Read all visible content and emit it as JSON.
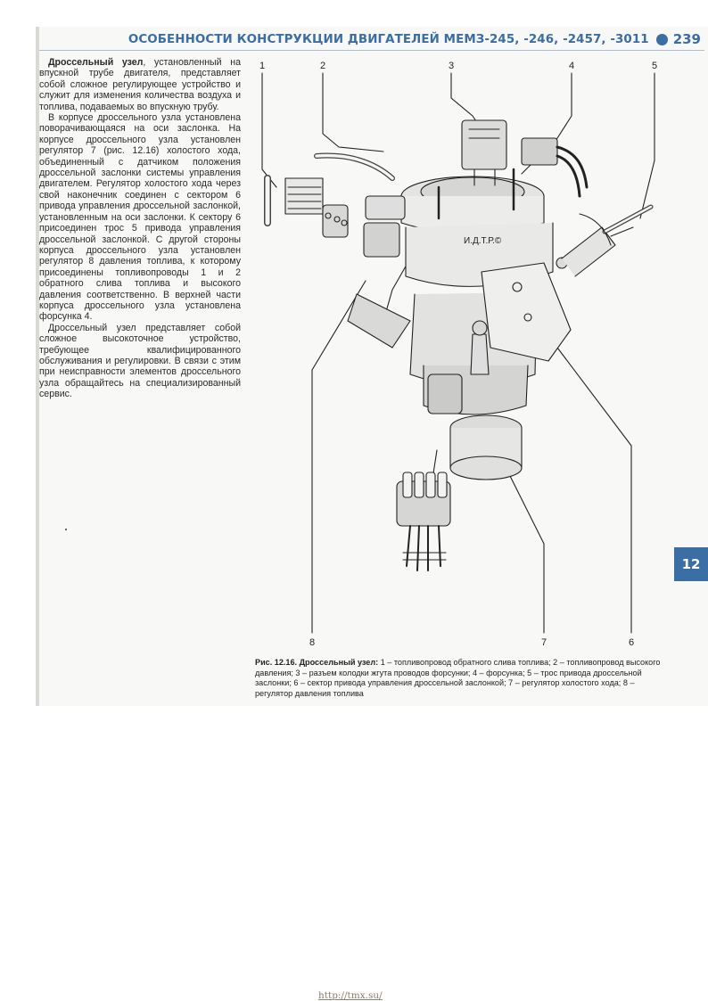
{
  "header": {
    "title": "ОСОБЕННОСТИ КОНСТРУКЦИИ ДВИГАТЕЛЕЙ МЕМЗ-245, -246, -2457, -3011",
    "page_number": "239"
  },
  "text": {
    "p1_bold": "Дроссельный узел",
    "p1_rest": ", установленный на впускной трубе двигателя, представляет собой сложное регулирующее устройство и служит для изменения количества воздуха и топлива, подаваемых во впускную трубу.",
    "p2": "В корпусе дроссельного узла установлена поворачивающаяся на оси заслонка. На корпусе дроссельного узла установлен регулятор 7 (рис. 12.16) холостого хода, объединенный с датчиком положения дроссельной заслонки системы управления двигателем. Регулятор холостого хода через свой наконечник соединен с сектором 6 привода управления дроссельной заслонкой, установленным на оси заслонки. К сектору 6 присоединен трос 5 привода управления дроссельной заслонкой. С другой стороны корпуса дроссельного узла установлен регулятор 8 давления топлива, к которому присоединены топливопроводы 1 и 2 обратного слива топлива и высокого давления соответственно. В верхней части корпуса дроссельного узла установлена форсунка 4.",
    "p3": "Дроссельный узел представляет собой сложное высокоточное устройство, требующее квалифицированного обслуживания и регулировки. В связи с этим при неисправности элементов дроссельного узла обращайтесь на специализированный сервис."
  },
  "figure": {
    "callouts": [
      "1",
      "2",
      "3",
      "4",
      "5",
      "6",
      "7",
      "8"
    ],
    "watermark": "И.Д.Т.Р.©"
  },
  "caption": {
    "label": "Рис. 12.16. Дроссельный узел:",
    "text": " 1 – топливопровод обратного слива топлива; 2 – топливопровод высокого давления; 3 – разъем колодки жгута проводов форсунки; 4 – форсунка; 5 – трос привода дроссельной заслонки; 6 – сектор привода управления дроссельной заслонкой; 7 – регулятор холостого хода; 8 – регулятор давления топлива"
  },
  "chapter_tab": "12",
  "footer": {
    "url": "http://tmx.su/"
  },
  "colors": {
    "accent": "#3a6ea5",
    "page": "#f8f8f6"
  }
}
